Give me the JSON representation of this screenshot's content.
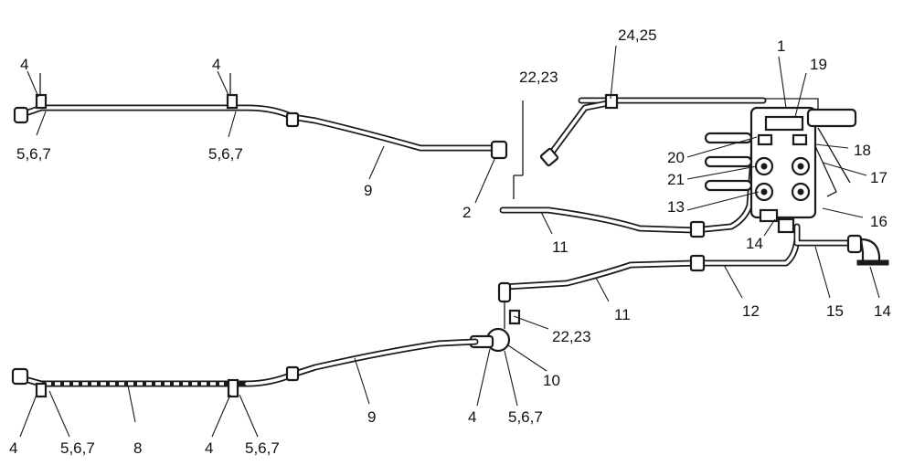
{
  "labels": {
    "l_24_25": "24,25",
    "l_1": "1",
    "l_19": "19",
    "l_22_23_top": "22,23",
    "l_4_tl": "4",
    "l_4_tm": "4",
    "l_5_6_7_tl": "5,6,7",
    "l_5_6_7_tm": "5,6,7",
    "l_9_top": "9",
    "l_2": "2",
    "l_20": "20",
    "l_21": "21",
    "l_13": "13",
    "l_18": "18",
    "l_17": "17",
    "l_16": "16",
    "l_14_mid": "14",
    "l_11_upper": "11",
    "l_11_lower": "11",
    "l_12": "12",
    "l_15": "15",
    "l_14_right": "14",
    "l_22_23_bottom": "22,23",
    "l_10": "10",
    "l_9_bottom": "9",
    "l_4_bl": "4",
    "l_5_6_7_bl": "5,6,7",
    "l_8": "8",
    "l_4_bm": "4",
    "l_5_6_7_bm": "5,6,7",
    "l_4_bc": "4",
    "l_5_6_7_bc": "5,6,7"
  }
}
